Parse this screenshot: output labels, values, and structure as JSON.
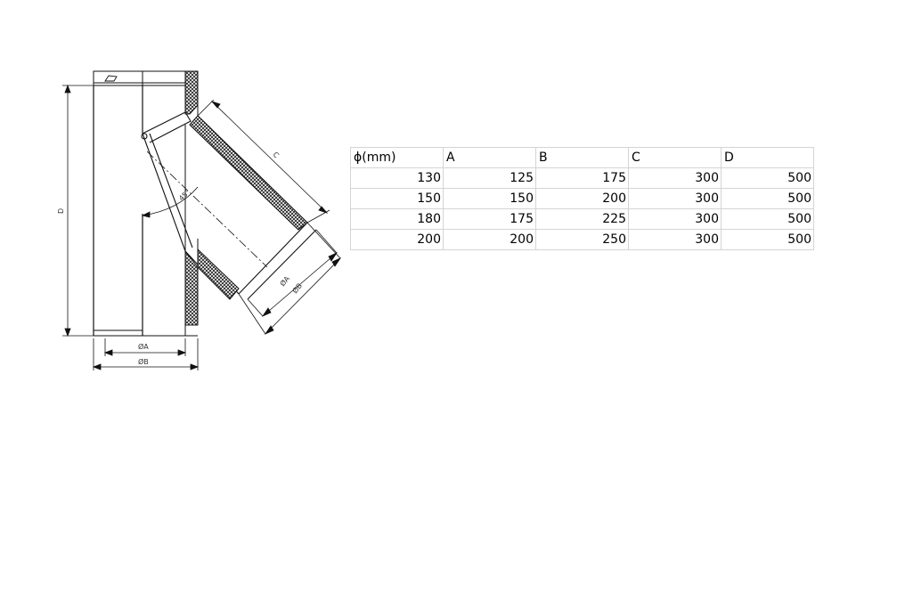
{
  "drawing": {
    "dim_diameter_a": "ØA",
    "dim_diameter_b": "ØB",
    "dim_height": "D",
    "dim_branch_length": "C",
    "dim_angle": "45°",
    "dim_branch_diameter_a": "ØA",
    "dim_branch_diameter_b": "ØB"
  },
  "table": {
    "headers": [
      "ϕ(mm)",
      "A",
      "B",
      "C",
      "D"
    ],
    "rows": [
      [
        "130",
        "125",
        "175",
        "300",
        "500"
      ],
      [
        "150",
        "150",
        "200",
        "300",
        "500"
      ],
      [
        "180",
        "175",
        "225",
        "300",
        "500"
      ],
      [
        "200",
        "200",
        "250",
        "300",
        "500"
      ]
    ]
  }
}
